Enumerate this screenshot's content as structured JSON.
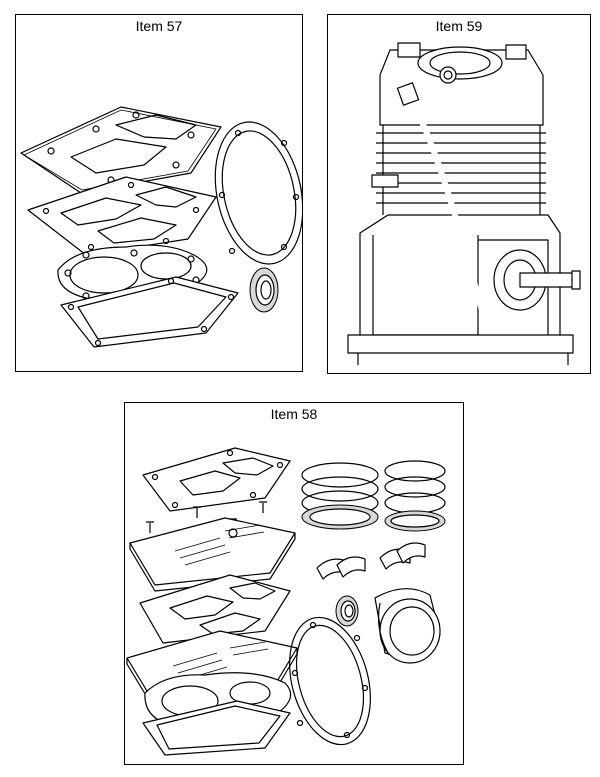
{
  "panels": {
    "item57": {
      "title": "Item 57"
    },
    "item59": {
      "title": "Item 59"
    },
    "item58": {
      "title": "Item 58"
    }
  }
}
